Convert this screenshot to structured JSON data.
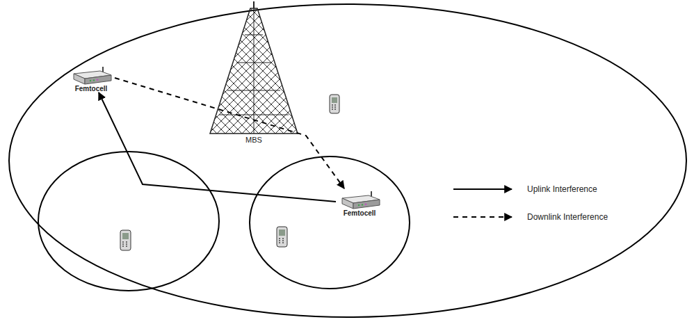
{
  "diagram": {
    "nodes": [
      {
        "text": [
          "MBS"
        ]
      },
      {
        "text": [
          "Femtocell"
        ]
      },
      {
        "text": [
          "Femtocell"
        ]
      }
    ],
    "edges": [
      {
        "from": 1,
        "to": 2,
        "arrow": "to"
      },
      {
        "from": 2,
        "to": 1,
        "arrow": "to"
      }
    ],
    "legend": [
      {
        "text": "Uplink Interference"
      },
      {
        "text": "Downlink Interference"
      }
    ]
  }
}
